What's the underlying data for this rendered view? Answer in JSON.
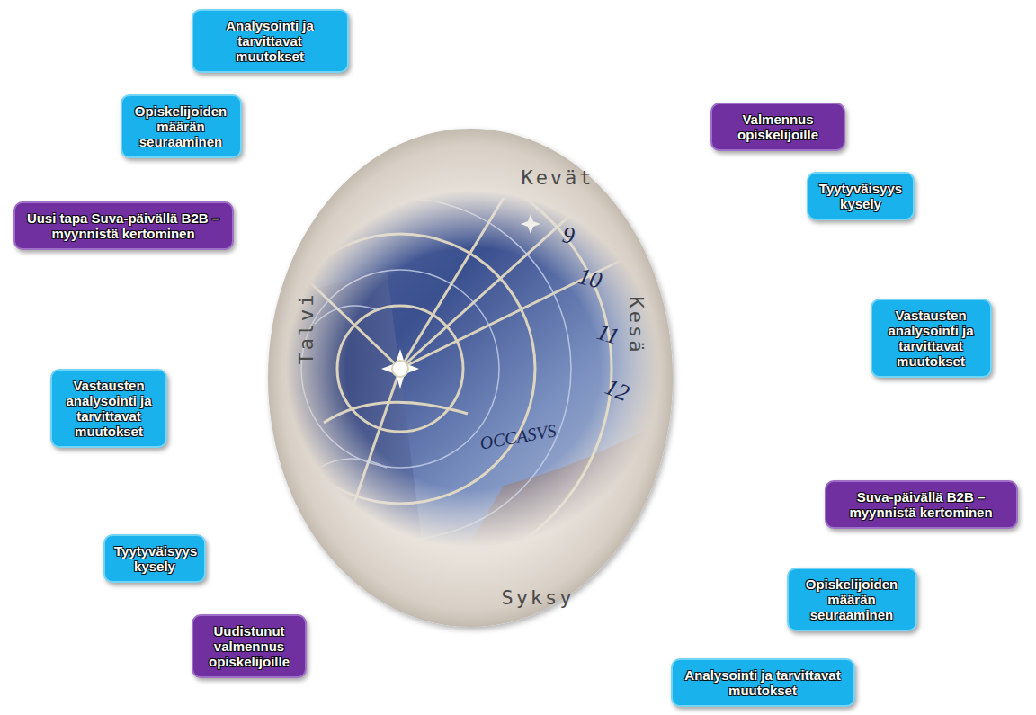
{
  "diagram": {
    "nodes": [
      {
        "text": [
          "Kevät",
          "Kesä",
          "Syksy",
          "Talvi"
        ]
      },
      {
        "text": [
          "Analysointi ja tarvittavat muutokset"
        ]
      },
      {
        "text": [
          "Valmennus opiskelijoille"
        ]
      },
      {
        "text": [
          "Tyytyväisyys kysely"
        ]
      },
      {
        "text": [
          "Vastausten analysointi ja tarvittavat muutokset"
        ]
      },
      {
        "text": [
          "Suva-päivällä B2B –myynnistä kertominen"
        ]
      },
      {
        "text": [
          "Opiskelijoiden määrän seuraaminen"
        ]
      },
      {
        "text": [
          "Analysointi ja tarvittavat muutokset"
        ]
      },
      {
        "text": [
          "Uudistunut valmennus opiskelijoille"
        ]
      },
      {
        "text": [
          "Tyytyväisyys kysely"
        ]
      },
      {
        "text": [
          "Vastausten analysointi ja tarvittavat muutokset"
        ]
      },
      {
        "text": [
          "Uusi tapa Suva-päivällä B2B –myynnistä kertominen"
        ]
      },
      {
        "text": [
          "Opiskelijoiden määrän seuraaminen"
        ]
      }
    ],
    "labels": [
      "9",
      "10",
      "11",
      "12",
      "OCCASVS"
    ]
  }
}
